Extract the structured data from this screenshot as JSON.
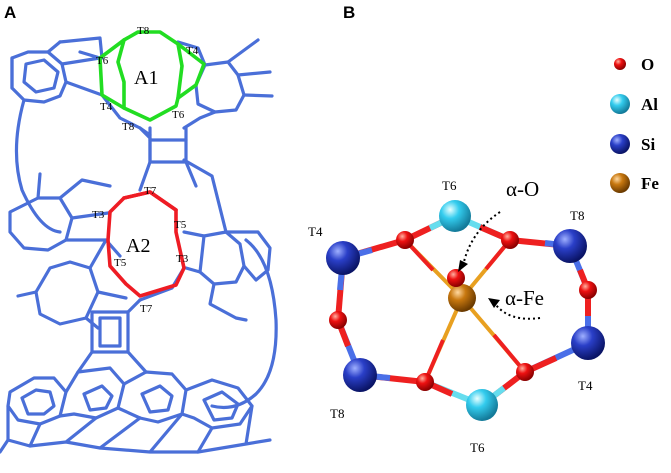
{
  "panels": {
    "a": {
      "letter": "A",
      "ring_a1": "A1",
      "ring_a2": "A2",
      "t_labels": {
        "a1_top": "T8",
        "a1_upper_left": "T6",
        "a1_upper_right": "T4",
        "a1_lower_left": "T4",
        "a1_lower_right": "T6",
        "a1_bottom": "T8",
        "a2_top": "T7",
        "a2_upper_left": "T3",
        "a2_upper_right": "T5",
        "a2_lower_left": "T5",
        "a2_lower_right": "T3",
        "a2_bottom": "T7"
      }
    },
    "b": {
      "letter": "B",
      "site_labels": {
        "t6_top": "T6",
        "t4_left": "T4",
        "t8_right": "T8",
        "t8_bottom": "T8",
        "t4_right": "T4",
        "t6_bottom": "T6"
      },
      "annotations": {
        "alpha_o": "α-O",
        "alpha_fe": "α-Fe"
      },
      "legend": [
        {
          "symbol": "O",
          "color": "#ee1111"
        },
        {
          "symbol": "Al",
          "color": "#33ccee"
        },
        {
          "symbol": "Si",
          "color": "#2a3fc8"
        },
        {
          "symbol": "Fe",
          "color": "#c8780f"
        }
      ]
    }
  },
  "colors": {
    "framework": "#4a6fd8",
    "ring_a1": "#22dd22",
    "ring_a2": "#ee1c24",
    "bond_o_fe": "#e8a020"
  }
}
